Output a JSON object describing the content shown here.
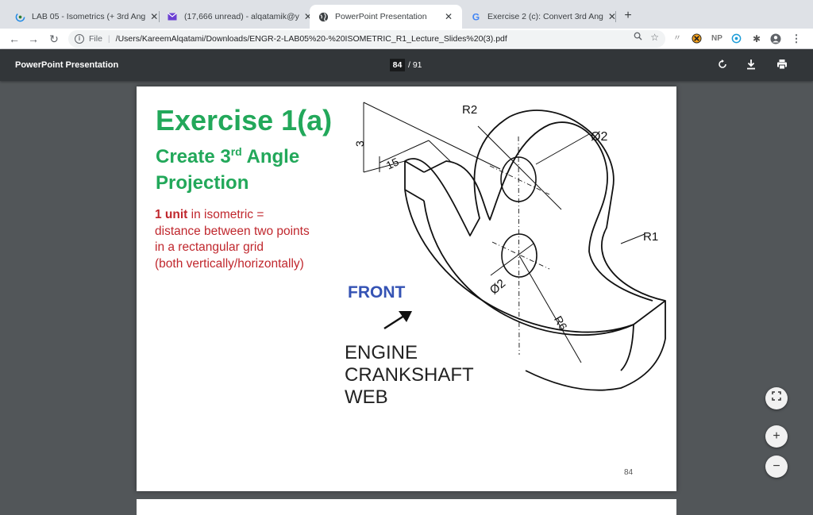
{
  "tabs": [
    {
      "title": "LAB 05 - Isometrics (+ 3rd Ang",
      "icon": "loading-spinner-icon"
    },
    {
      "title": "(17,666 unread) - alqatamik@y",
      "icon": "mail-icon"
    },
    {
      "title": "PowerPoint Presentation",
      "icon": "globe-icon",
      "active": true
    },
    {
      "title": "Exercise 2 (c): Convert 3rd Ang",
      "icon": "google-icon"
    }
  ],
  "address": {
    "scheme_label": "File",
    "url": "/Users/KareemAlqatami/Downloads/ENGR-2-LAB05%20-%20ISOMETRIC_R1_Lecture_Slides%20(3).pdf"
  },
  "extensions": [
    "NP"
  ],
  "viewer": {
    "title": "PowerPoint Presentation",
    "current_page": "84",
    "total_pages": "/ 91"
  },
  "slide": {
    "title": "Exercise 1(a)",
    "subtitle_pre": "Create 3",
    "subtitle_sup": "rd",
    "subtitle_post": "Angle",
    "subtitle_line2": "Projection",
    "note_bold": "1 unit",
    "note_rest": " in isometric =",
    "note_line2": "distance between two points",
    "note_line3": "in a rectangular grid",
    "note_line4": "(both vertically/horizontally)",
    "front_label": "FRONT",
    "engine_line1": "ENGINE",
    "engine_line2": "CRANKSHAFT",
    "engine_line3": "WEB",
    "dim_r2": "R2",
    "dim_phi2_top": "Ø2",
    "dim_r1": "R1",
    "dim_3": "3",
    "dim_15": "15",
    "dim_phi2_mid": "Ø2",
    "dim_r6": "R6",
    "page_number": "84"
  },
  "colors": {
    "title_green": "#22a85a",
    "note_red": "#c0272d",
    "front_blue": "#3553b4",
    "viewer_bar": "#323639",
    "viewer_bg": "#525659"
  }
}
